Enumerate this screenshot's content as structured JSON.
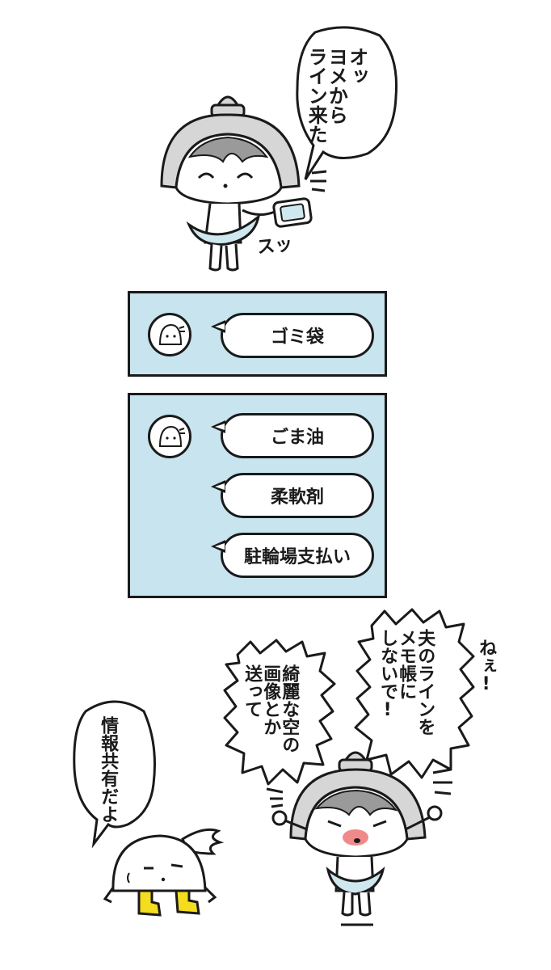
{
  "panel1": {
    "speech": "オッ\nヨメから\nライン来た",
    "sfx": "スッ"
  },
  "chat1": {
    "messages": [
      "ゴミ袋"
    ]
  },
  "chat2": {
    "messages": [
      "ごま油",
      "柔軟剤",
      "駐輪場支払い"
    ]
  },
  "panel3": {
    "speech_wife_1": "夫のラインを\nメモ帳に\nしないで!",
    "speech_wife_2": "綺麗な空の\n画像とか\n送って",
    "speech_wife_exclaim": "ねぇ!",
    "speech_husband": "情報共有だよ"
  },
  "colors": {
    "chat_bg": "#c7e4ef",
    "helmet_gray": "#d6d6d6",
    "skirt_blue": "#cfe8ef",
    "boots_yellow": "#f4dc1e",
    "blush": "#f08a8a"
  }
}
